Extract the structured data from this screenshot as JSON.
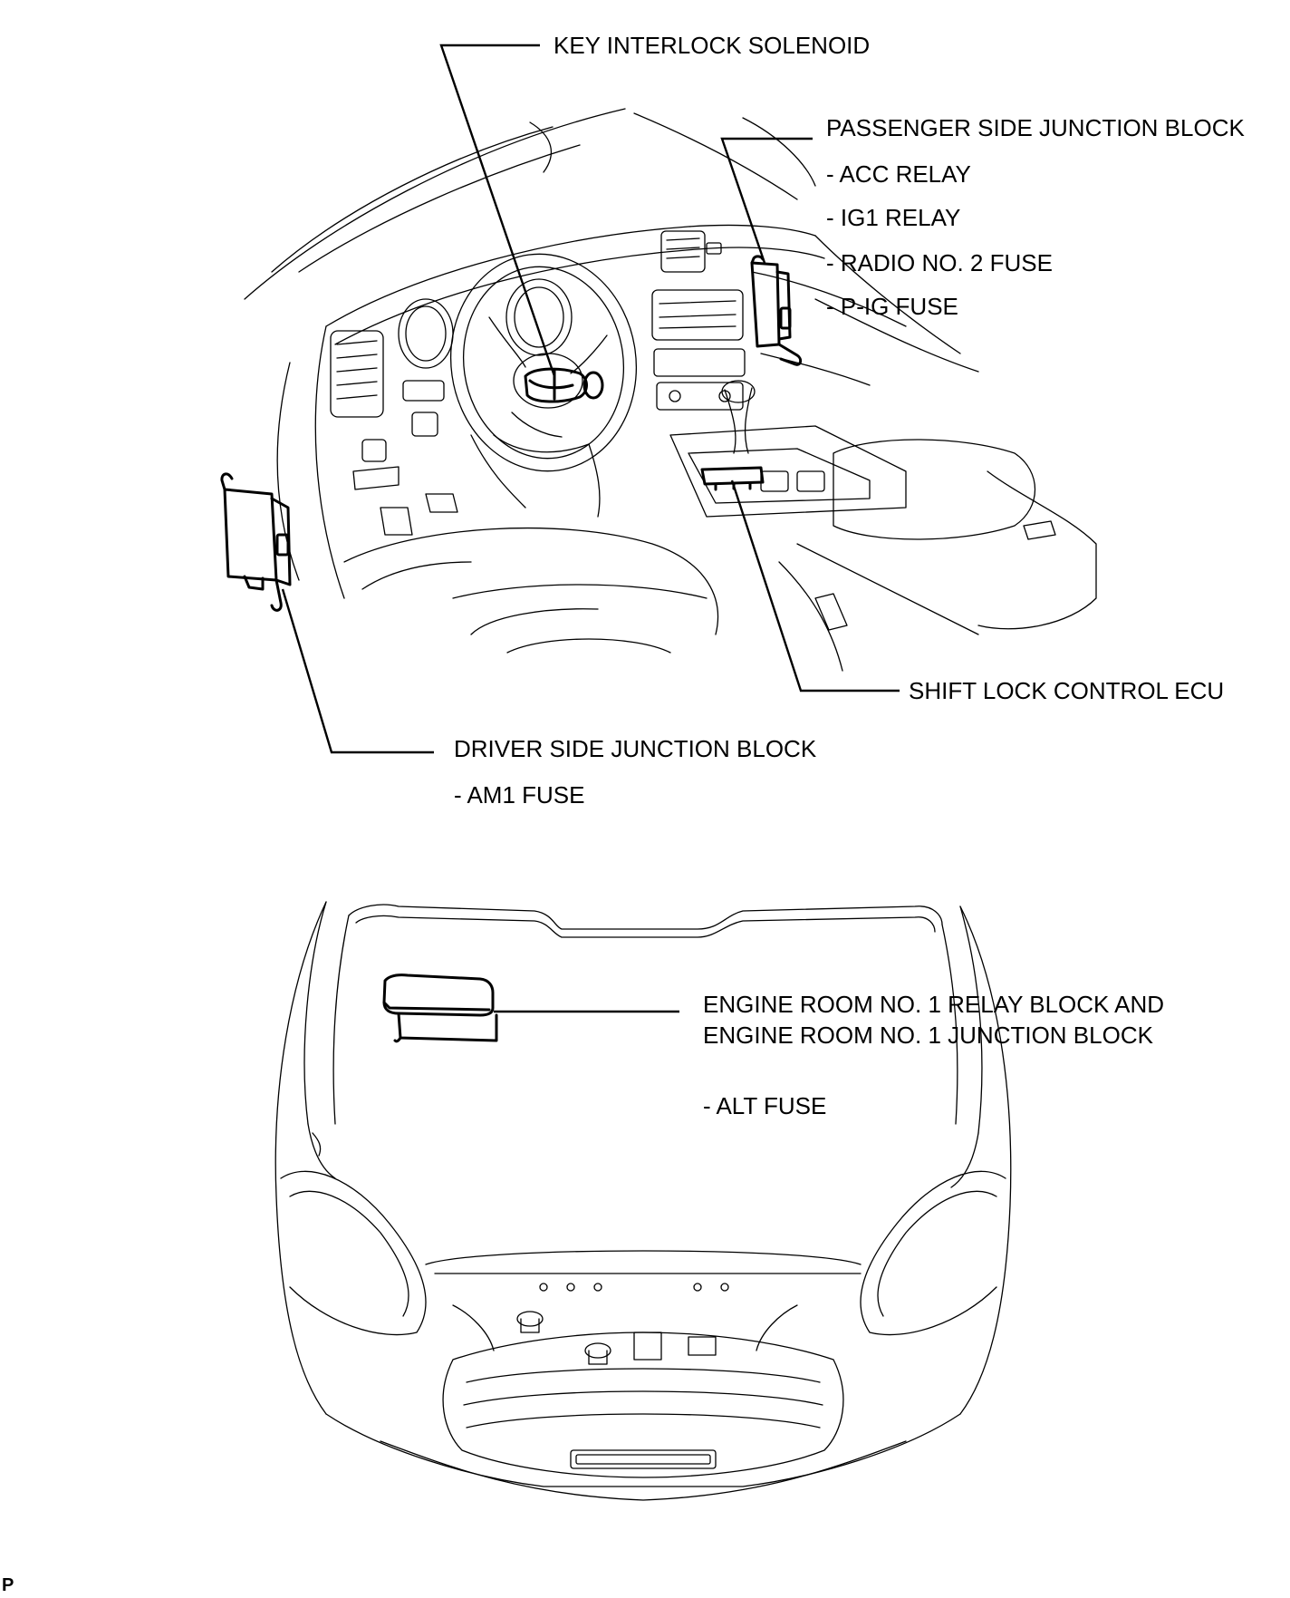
{
  "labels": {
    "key_interlock": "KEY INTERLOCK SOLENOID",
    "passenger_jb": "PASSENGER SIDE JUNCTION BLOCK",
    "acc_relay": "- ACC RELAY",
    "ig1_relay": "- IG1 RELAY",
    "radio_fuse": "- RADIO NO. 2 FUSE",
    "pig_fuse": "- P-IG FUSE",
    "shift_lock": "SHIFT LOCK CONTROL ECU",
    "driver_jb": "DRIVER SIDE JUNCTION BLOCK",
    "am1_fuse": "- AM1 FUSE",
    "engine_relay_line1": "ENGINE ROOM NO. 1 RELAY BLOCK AND",
    "engine_relay_line2": "ENGINE ROOM NO. 1 JUNCTION BLOCK",
    "alt_fuse": "- ALT FUSE"
  },
  "corner_mark": "P"
}
